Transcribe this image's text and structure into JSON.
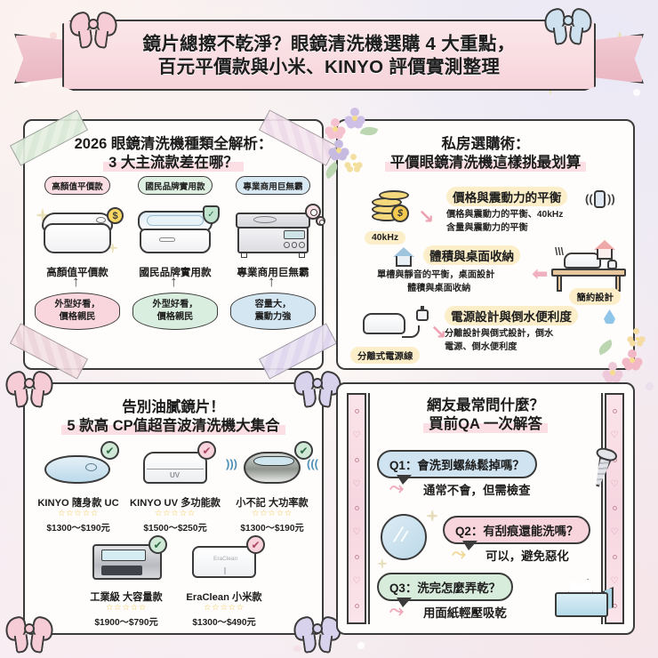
{
  "header": {
    "title_line1": "鏡片總擦不乾淨？眼鏡清洗機選購 4 大重點，",
    "title_line2": "百元平價款與小米、KINYO 評價實測整理"
  },
  "panel_types": {
    "title_line1": "2026 眼鏡清洗機種類全解析：",
    "title_line2": "3 大主流款差在哪？",
    "items": [
      {
        "chip": "高顏值平價款",
        "caption": "高顏值平價款",
        "bubble_line1": "外型好看，",
        "bubble_line2": "價格親民",
        "badge": "$"
      },
      {
        "chip": "國民品牌實用款",
        "caption": "國民品牌實用款",
        "bubble_line1": "外型好看，",
        "bubble_line2": "價格親民",
        "badge": "✓"
      },
      {
        "chip": "專業商用巨無霸",
        "caption": "專業商用巨無霸",
        "bubble_line1": "容量大，",
        "bubble_line2": "震動力強",
        "badge": ""
      }
    ]
  },
  "panel_buying": {
    "title_line1": "私房選購術：",
    "title_line2": "平價眼鏡清洗機這樣挑最划算",
    "tips": [
      {
        "heading": "價格與震動力的平衡",
        "body_line1": "價格與震動力的平衡、40kHz",
        "body_line2": "含量與震動力的平衡",
        "pill": "40kHz"
      },
      {
        "heading": "體積與桌面收納",
        "body_line1": "單槽與靜音的平衡，桌面設計",
        "body_line2": "體積與桌面收納",
        "pill": "簡約設計"
      },
      {
        "heading": "電源設計與倒水便利度",
        "body_line1": "分離設計與倒式設計，倒水",
        "body_line2": "電源、倒水便利度",
        "pill": "分離式電源線"
      }
    ]
  },
  "panel_picks": {
    "title_line1": "告別油膩鏡片！",
    "title_line2": "5 款高 CP值超音波清洗機大集合",
    "stars": "☆☆☆☆☆",
    "row1": [
      {
        "name": "KINYO 隨身款 UC",
        "price": "$1300～$190元",
        "mark": "✔",
        "mark_color": "green"
      },
      {
        "name": "KINYO UV 多功能款",
        "price": "$1500～$250元",
        "mark": "✔",
        "mark_color": "pink"
      },
      {
        "name": "小不記 大功率款",
        "price": "$1300～$190元",
        "mark": "✔",
        "mark_color": "green"
      }
    ],
    "row2": [
      {
        "name": "工業級 大容量款",
        "price": "$1900～$790元",
        "mark": "✔",
        "mark_color": "green"
      },
      {
        "name": "EraClean 小米款",
        "price": "$1300～$490元",
        "mark": "✔",
        "mark_color": "pink"
      }
    ]
  },
  "panel_faq": {
    "title_line1": "網友最常問什麼？",
    "title_line2": "買前QA 一次解答",
    "items": [
      {
        "question": "Q1：會洗到螺絲鬆掉嗎？",
        "answer": "通常不會，但需檢查",
        "color": "blue"
      },
      {
        "question": "Q2：有刮痕還能洗嗎？",
        "answer": "可以，避免惡化",
        "color": "pink"
      },
      {
        "question": "Q3：洗完怎麼弄乾？",
        "answer": "用面紙輕壓吸乾",
        "color": "green"
      }
    ]
  },
  "colors": {
    "ribbon": "#f9dde2",
    "accent_pink": "#f8d5dc",
    "accent_blue": "#cfe3f0",
    "accent_green": "#d8ecdc",
    "accent_yellow": "#fbeec8",
    "ink": "#3b3b3b"
  }
}
